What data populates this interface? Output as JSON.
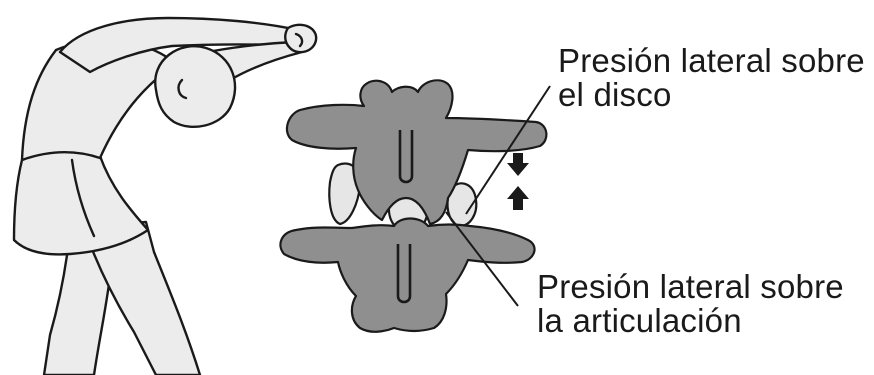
{
  "labels": {
    "disc_line1": "Presión lateral sobre",
    "disc_line2": "el disco",
    "joint_line1": "Presión lateral sobre",
    "joint_line2": "la articulación"
  },
  "colors": {
    "skin_fill": "#ececec",
    "bone_fill": "#8f8f8f",
    "disc_fill": "#e6e6e6",
    "outline": "#1a1a1a"
  }
}
